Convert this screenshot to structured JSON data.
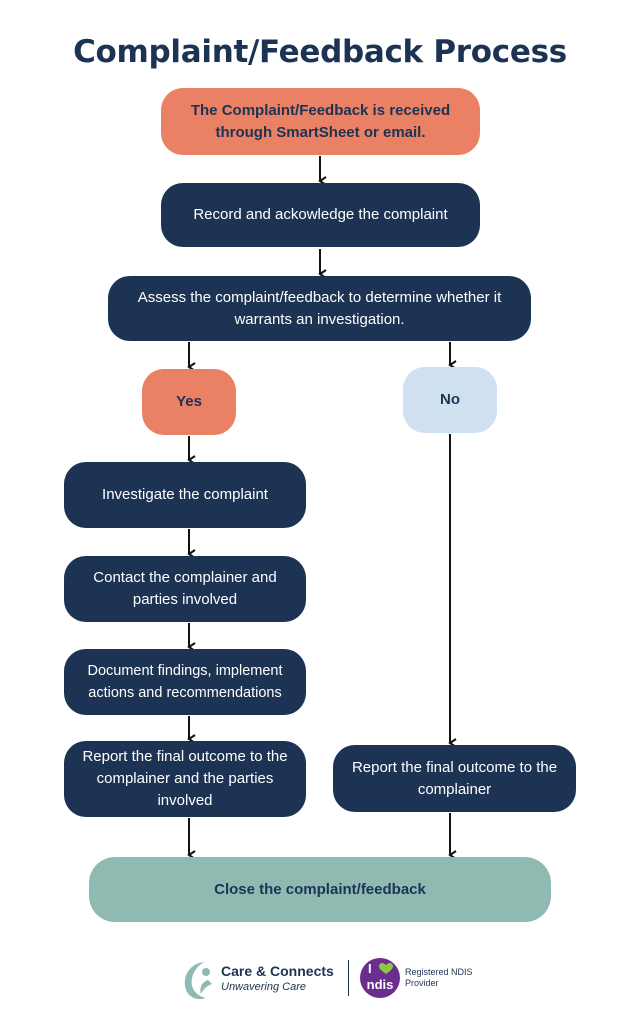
{
  "title": "Complaint/Feedback Process",
  "nodes": {
    "received": "The Complaint/Feedback is received through SmartSheet or email.",
    "record": "Record and ackowledge the complaint",
    "assess": "Assess the complaint/feedback to determine whether it warrants an investigation.",
    "yes": "Yes",
    "no": "No",
    "investigate": "Investigate the complaint",
    "contact": "Contact the complainer and parties involved",
    "document": "Document findings, implement actions and recommendations",
    "report_yes": "Report the final outcome to the complainer and the parties involved",
    "report_no": "Report the final outcome to the complainer",
    "close": "Close the complaint/feedback"
  },
  "footer": {
    "brand_name": "Care & Connects",
    "brand_tagline": "Unwavering Care",
    "badge_i": "I",
    "badge_word": "ndis",
    "provider_text": "Registered NDIS Provider"
  },
  "colors": {
    "navy": "#1c3354",
    "salmon": "#ea8064",
    "light_blue": "#cfe0f0",
    "teal": "#8fbab2",
    "ndis_purple": "#6b2d8e",
    "ndis_green": "#8dc63f"
  }
}
